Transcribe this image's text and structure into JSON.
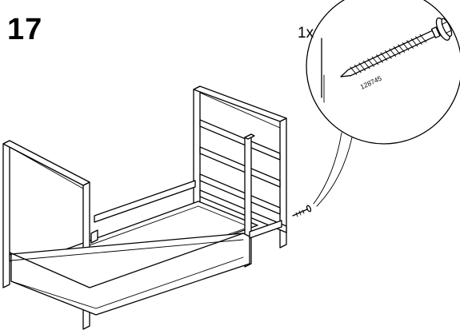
{
  "step": {
    "number": "17"
  },
  "callout": {
    "quantity": "1x",
    "part_number": "128745"
  },
  "icons": {
    "screw": "screw-icon"
  }
}
